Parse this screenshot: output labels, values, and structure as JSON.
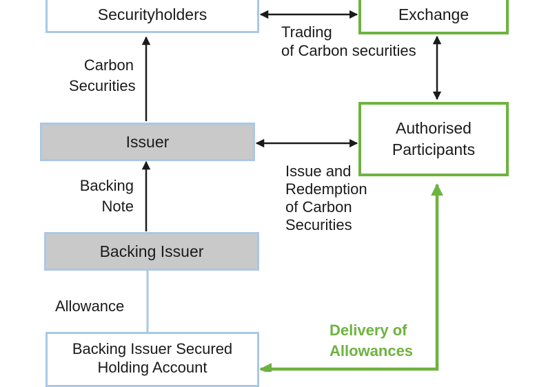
{
  "nodes": {
    "securityholders": "Securityholders",
    "exchange": "Exchange",
    "authorised_participants": [
      "Authorised",
      "Participants"
    ],
    "issuer": "Issuer",
    "backing_issuer": "Backing Issuer",
    "backing_account": [
      "Backing Issuer Secured",
      "Holding Account"
    ]
  },
  "labels": {
    "trading": [
      "Trading",
      "of Carbon securities"
    ],
    "carbon_securities": [
      "Carbon",
      "Securities"
    ],
    "issue_redemption": [
      "Issue and",
      "Redemption",
      "of Carbon",
      "Securities"
    ],
    "backing_note": [
      "Backing",
      "Note"
    ],
    "allowance": "Allowance",
    "delivery": [
      "Delivery of",
      "Allowances"
    ]
  },
  "colors": {
    "blue_border": "#a9c8e6",
    "green_border": "#6db33f",
    "grey_fill": "#c9c9c9",
    "arrow_dark": "#1a1a1a"
  }
}
